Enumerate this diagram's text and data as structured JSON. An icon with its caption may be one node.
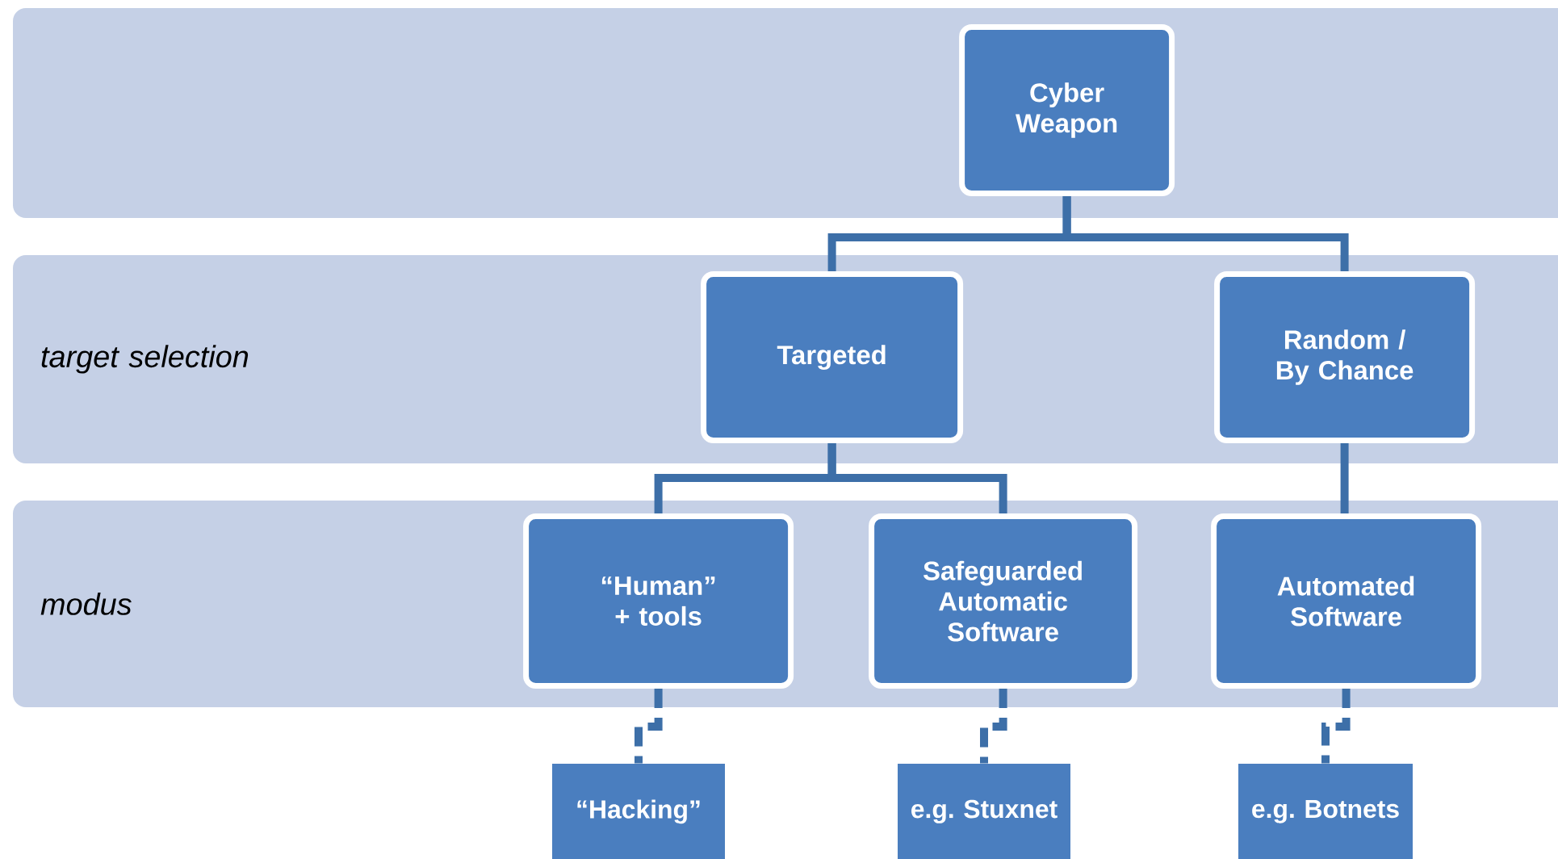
{
  "diagram": {
    "nodes": [
      {
        "text": [],
        "shape": "band"
      },
      {
        "text": [
          "Cyber Weapon"
        ],
        "in": 0
      },
      {
        "text": [
          "target selection"
        ]
      },
      {
        "text": [
          "Targeted"
        ],
        "in": 2
      },
      {
        "text": [
          "Random / By Chance"
        ],
        "in": 2
      },
      {
        "text": [
          "modus"
        ]
      },
      {
        "text": [
          "“Human” + tools"
        ],
        "in": 5
      },
      {
        "text": [
          "Safeguarded Automatic Software"
        ],
        "in": 5
      },
      {
        "text": [
          "Automated Software"
        ],
        "in": 5
      },
      {
        "text": [
          "“Hacking”"
        ]
      },
      {
        "text": [
          "e.g. Stuxnet"
        ]
      },
      {
        "text": [
          "e.g. Botnets"
        ]
      }
    ],
    "edges": [
      {
        "from": 1,
        "to": 3,
        "arrow": "none"
      },
      {
        "from": 1,
        "to": 4,
        "arrow": "none"
      },
      {
        "from": 3,
        "to": 6,
        "arrow": "none"
      },
      {
        "from": 3,
        "to": 7,
        "arrow": "none"
      },
      {
        "from": 4,
        "to": 8,
        "arrow": "none"
      },
      {
        "from": 6,
        "to": 9,
        "arrow": "none",
        "style": "dashed"
      },
      {
        "from": 7,
        "to": 10,
        "arrow": "none",
        "style": "dashed"
      },
      {
        "from": 8,
        "to": 11,
        "arrow": "none",
        "style": "dashed"
      }
    ]
  }
}
